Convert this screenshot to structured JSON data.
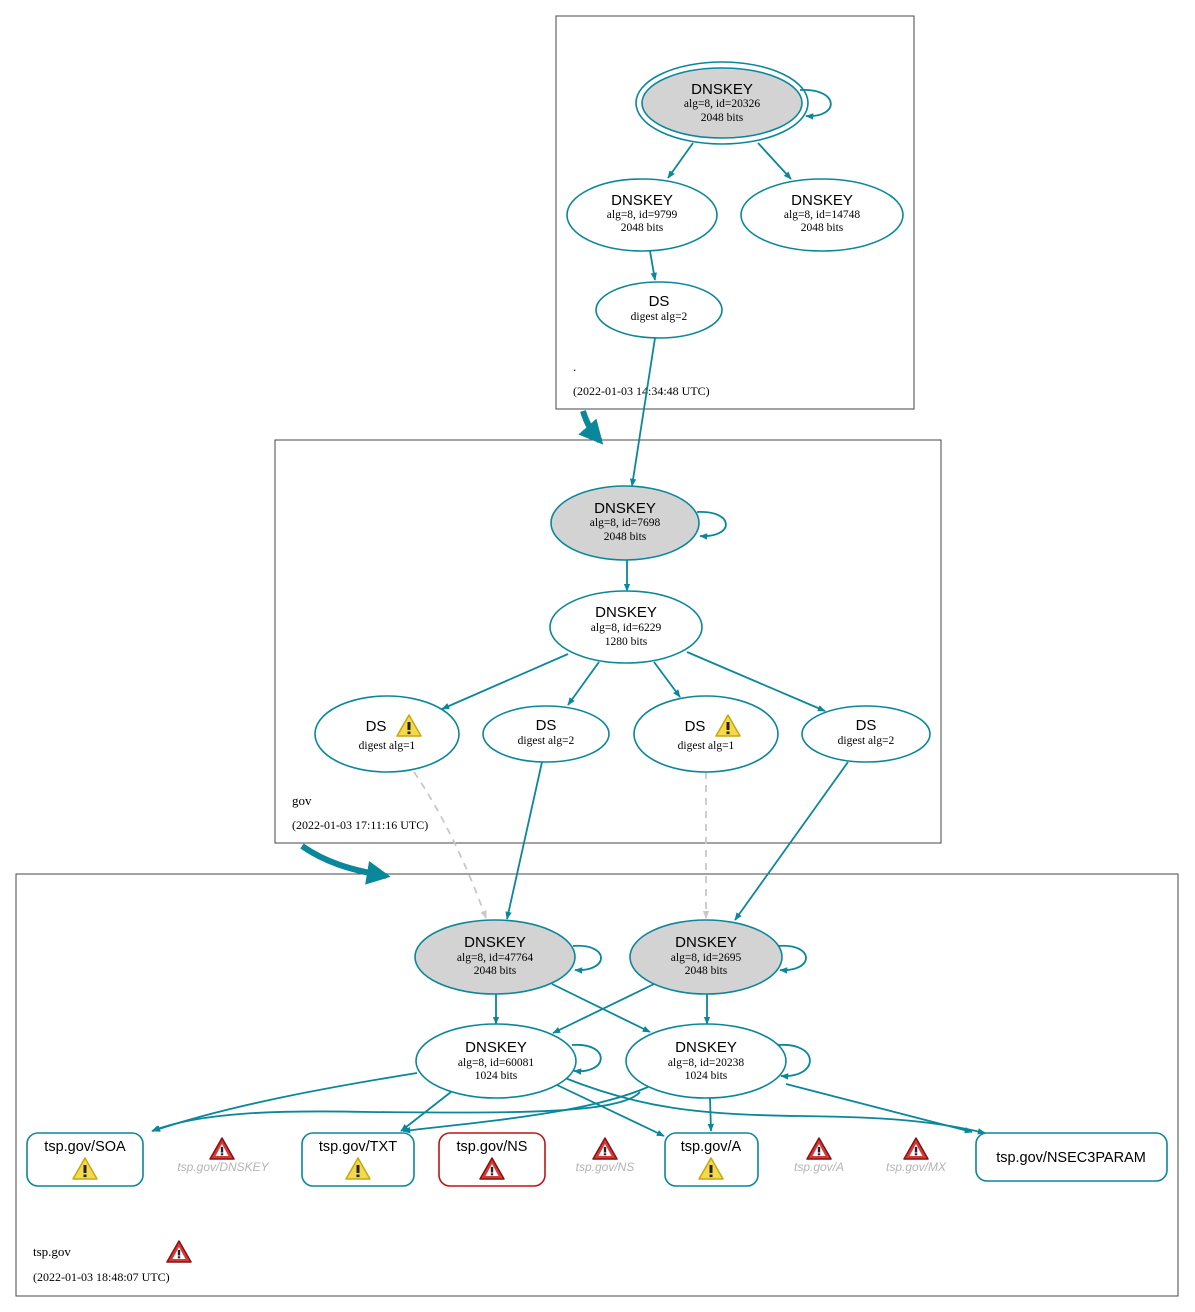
{
  "colors": {
    "teal": "#0a879a",
    "key_fill": "#d3d3d3",
    "warn_yellow": "#f2d94e",
    "error_red": "#be1515",
    "ghost_text": "#b4b4b4",
    "dashed": "#c8c8c8",
    "zone_border": "#474747"
  },
  "icons": {
    "warning": "warning-triangle-icon",
    "error": "error-triangle-icon"
  },
  "zones": {
    "root": {
      "name": ".",
      "timestamp": "(2022-01-03 14:34:48 UTC)"
    },
    "gov": {
      "name": "gov",
      "timestamp": "(2022-01-03 17:11:16 UTC)"
    },
    "tsp": {
      "name": "tsp.gov",
      "timestamp": "(2022-01-03 18:48:07 UTC)"
    }
  },
  "nodes": {
    "root_ksk": {
      "title": "DNSKEY",
      "line1": "alg=8, id=20326",
      "line2": "2048 bits"
    },
    "root_zsk1": {
      "title": "DNSKEY",
      "line1": "alg=8, id=9799",
      "line2": "2048 bits"
    },
    "root_zsk2": {
      "title": "DNSKEY",
      "line1": "alg=8, id=14748",
      "line2": "2048 bits"
    },
    "root_ds": {
      "title": "DS",
      "line1": "digest alg=2"
    },
    "gov_ksk": {
      "title": "DNSKEY",
      "line1": "alg=8, id=7698",
      "line2": "2048 bits"
    },
    "gov_zsk": {
      "title": "DNSKEY",
      "line1": "alg=8, id=6229",
      "line2": "1280 bits"
    },
    "gov_ds1": {
      "title": "DS",
      "line1": "digest alg=1"
    },
    "gov_ds2": {
      "title": "DS",
      "line1": "digest alg=2"
    },
    "gov_ds3": {
      "title": "DS",
      "line1": "digest alg=1"
    },
    "gov_ds4": {
      "title": "DS",
      "line1": "digest alg=2"
    },
    "tsp_ksk1": {
      "title": "DNSKEY",
      "line1": "alg=8, id=47764",
      "line2": "2048 bits"
    },
    "tsp_ksk2": {
      "title": "DNSKEY",
      "line1": "alg=8, id=2695",
      "line2": "2048 bits"
    },
    "tsp_zsk1": {
      "title": "DNSKEY",
      "line1": "alg=8, id=60081",
      "line2": "1024 bits"
    },
    "tsp_zsk2": {
      "title": "DNSKEY",
      "line1": "alg=8, id=20238",
      "line2": "1024 bits"
    }
  },
  "records": {
    "soa": "tsp.gov/SOA",
    "txt": "tsp.gov/TXT",
    "ns": "tsp.gov/NS",
    "a": "tsp.gov/A",
    "nsec3param": "tsp.gov/NSEC3PARAM"
  },
  "ghost_records": {
    "dnskey": "tsp.gov/DNSKEY",
    "ns": "tsp.gov/NS",
    "a": "tsp.gov/A",
    "mx": "tsp.gov/MX"
  }
}
